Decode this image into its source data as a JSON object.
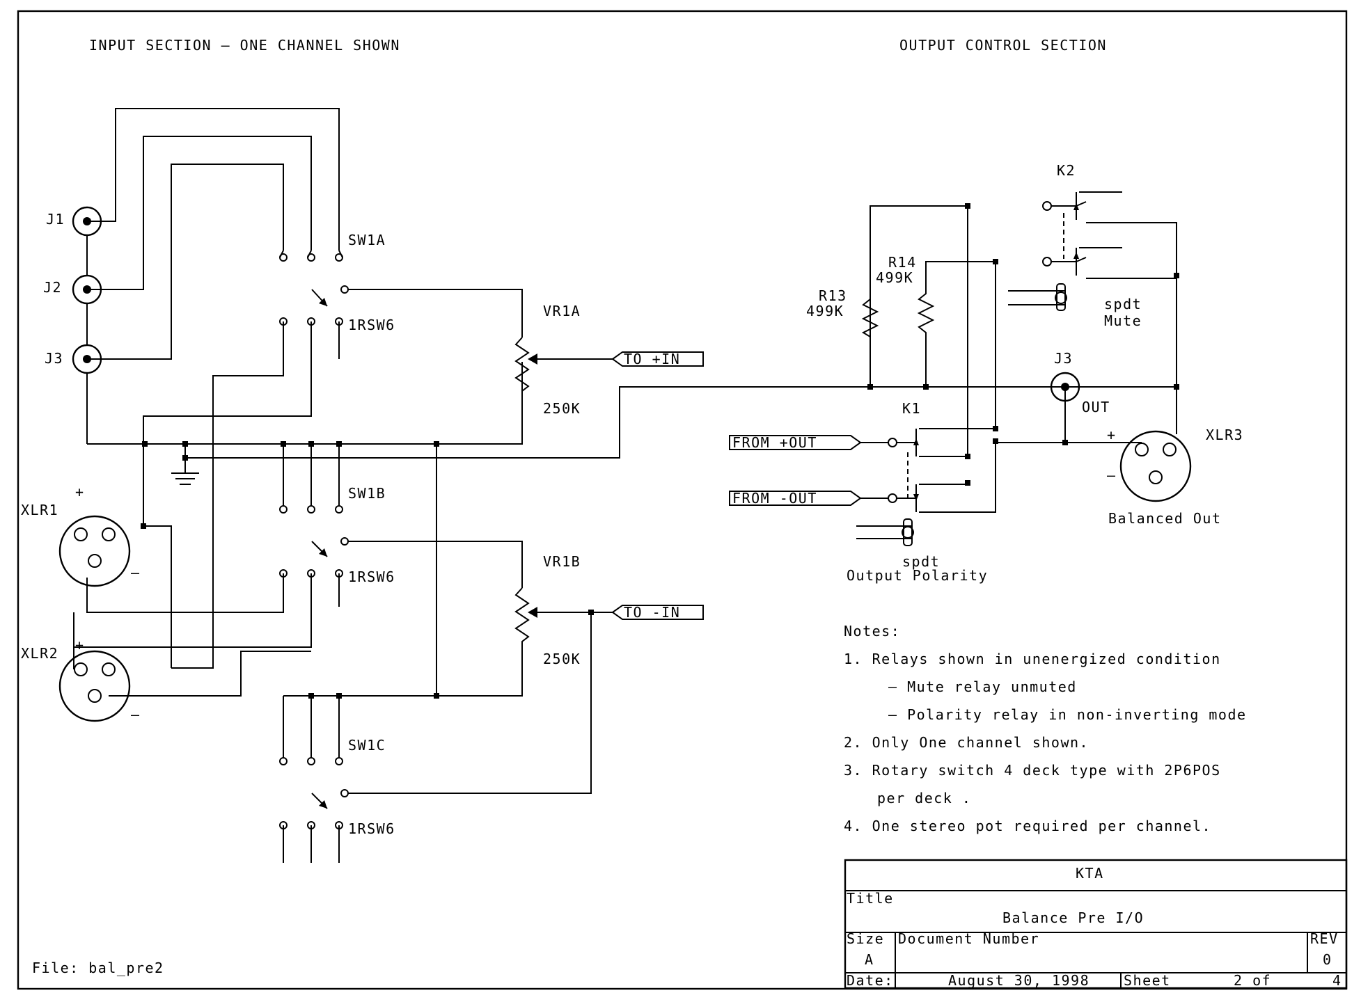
{
  "headings": {
    "input": "INPUT SECTION — ONE CHANNEL SHOWN",
    "output": "OUTPUT CONTROL SECTION"
  },
  "input_jacks": [
    "J1",
    "J2",
    "J3"
  ],
  "xlr_inputs": [
    "XLR1",
    "XLR2"
  ],
  "switch_decks": [
    {
      "name": "SW1A",
      "part": "1RSW6"
    },
    {
      "name": "SW1B",
      "part": "1RSW6"
    },
    {
      "name": "SW1C",
      "part": "1RSW6"
    }
  ],
  "pots": [
    {
      "name": "VR1A",
      "value": "250K",
      "port": "TO +IN"
    },
    {
      "name": "VR1B",
      "value": "250K",
      "port": "TO -IN"
    }
  ],
  "pin_marks": {
    "plus": "+",
    "minus": "–"
  },
  "output": {
    "k2": "K2",
    "k1": "K1",
    "r13_name": "R13",
    "r13_value": "499K",
    "r14_name": "R14",
    "r14_value": "499K",
    "mute_switch_type": "spdt",
    "mute_switch_label": "Mute",
    "polarity_switch_type": "spdt",
    "polarity_switch_label": "Output Polarity",
    "jack": "J3",
    "jack_label": "OUT",
    "from_plus": "FROM +OUT",
    "from_minus": "FROM -OUT",
    "xlr": "XLR3",
    "xlr_caption": "Balanced Out"
  },
  "notes": {
    "heading": "Notes:",
    "lines": [
      "1. Relays shown in unenergized condition",
      "– Mute relay unmuted",
      "– Polarity relay in non-inverting mode",
      "2. Only One channel shown.",
      "3. Rotary switch 4 deck type with 2P6POS",
      "per deck .",
      "4. One stereo pot required per channel."
    ]
  },
  "title_block": {
    "company": "KTA",
    "title_label": "Title",
    "title": "Balance Pre I/O",
    "size_label": "Size",
    "size": "A",
    "docnum_label": "Document Number",
    "rev_label": "REV",
    "rev": "0",
    "date_label": "Date:",
    "date": "August 30, 1998",
    "sheet_label": "Sheet",
    "sheet": "2 of",
    "sheet_total": "4"
  },
  "file_label": "File: bal_pre2"
}
